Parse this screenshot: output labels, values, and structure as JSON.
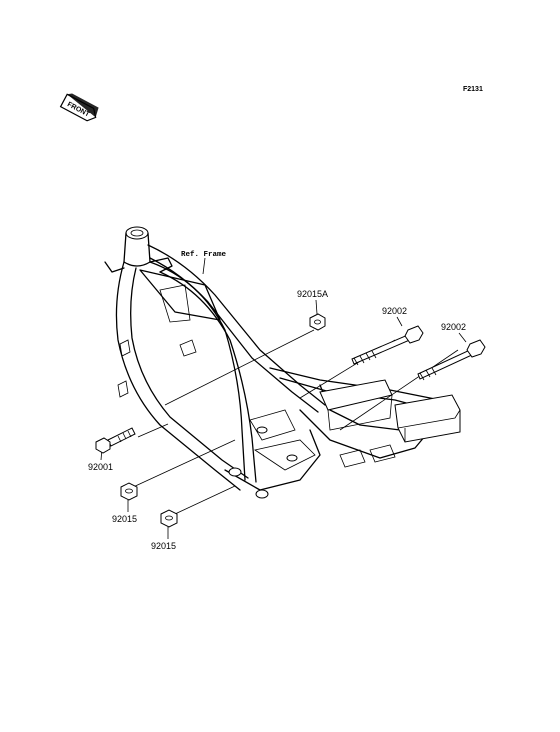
{
  "figure_code": "F2131",
  "front_badge": "FRONT",
  "ref_label": "Ref. Frame",
  "parts": {
    "p92015A": "92015A",
    "p92002a": "92002",
    "p92002b": "92002",
    "p92001": "92001",
    "p92015a": "92015",
    "p92015b": "92015"
  }
}
